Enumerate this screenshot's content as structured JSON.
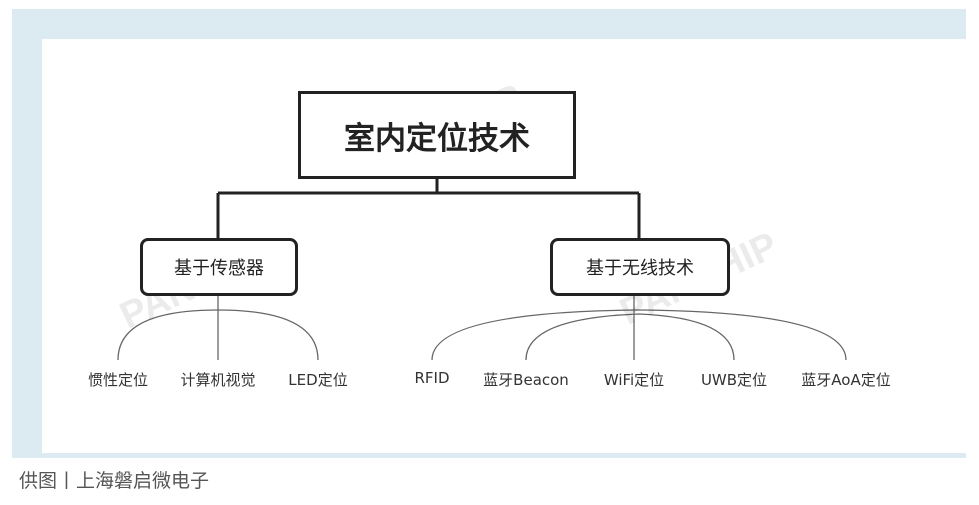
{
  "root": {
    "label": "室内定位技术"
  },
  "branches": [
    {
      "label": "基于传感器",
      "children": [
        "惯性定位",
        "计算机视觉",
        "LED定位"
      ]
    },
    {
      "label": "基于无线技术",
      "children": [
        "RFID",
        "蓝牙Beacon",
        "WiFi定位",
        "UWB定位",
        "蓝牙AoA定位"
      ]
    }
  ],
  "watermark": "PANCHIP",
  "caption": "供图丨上海磐启微电子"
}
